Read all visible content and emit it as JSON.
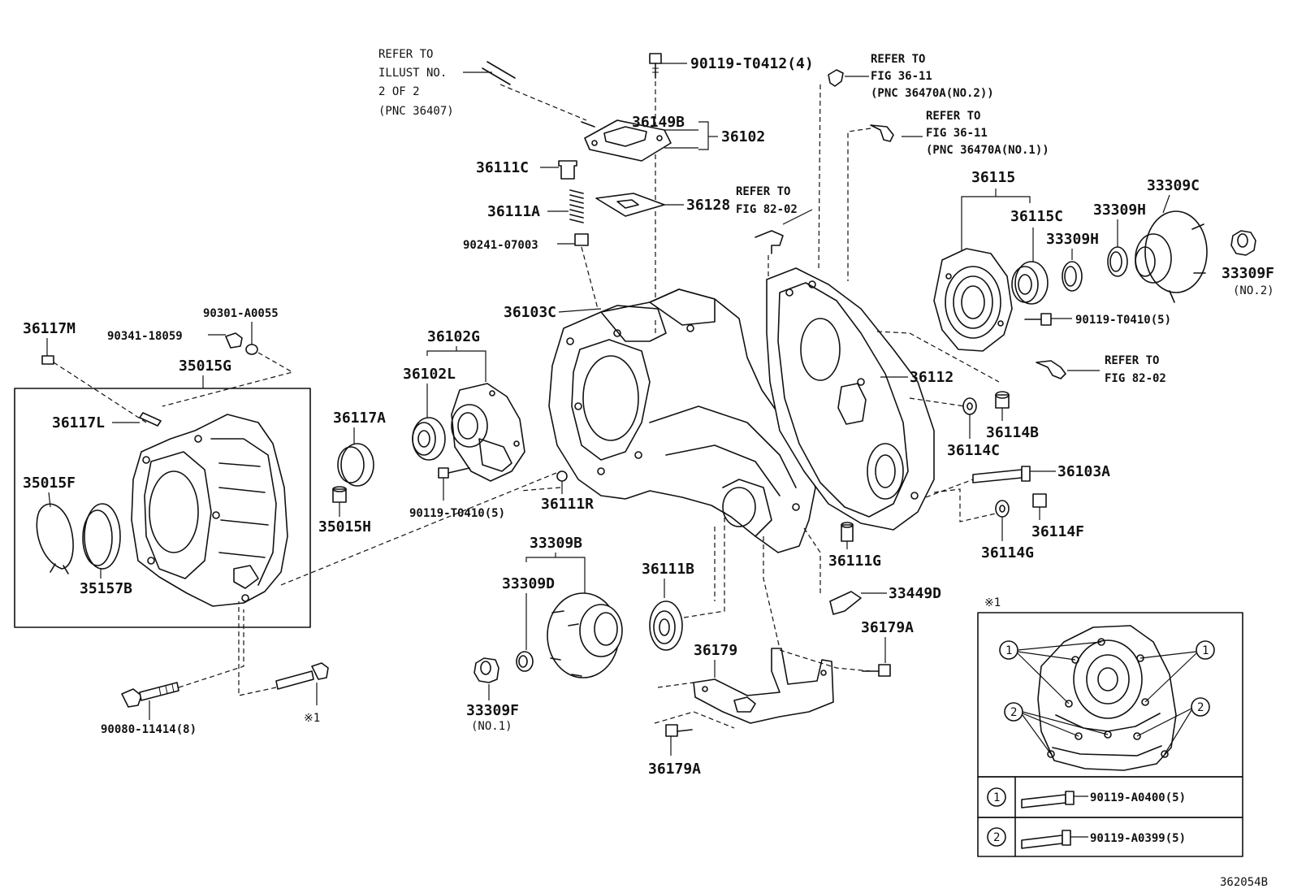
{
  "diagram_id": "362054B",
  "refer_notes": {
    "illust": [
      "REFER TO",
      "ILLUST NO.",
      "2 OF 2",
      "(PNC 36407)"
    ],
    "fig36_11_no2": [
      "REFER TO",
      "FIG 36-11",
      "(PNC 36470A(NO.2))"
    ],
    "fig36_11_no1": [
      "REFER TO",
      "FIG 36-11",
      "(PNC 36470A(NO.1))"
    ],
    "fig82_02_top": [
      "REFER TO",
      "FIG 82-02"
    ],
    "fig82_02_right": [
      "REFER TO",
      "FIG 82-02"
    ]
  },
  "labels": {
    "p90119_T0412": "90119-T0412(4)",
    "p36149B": "36149B",
    "p36102": "36102",
    "p36111C": "36111C",
    "p36111A": "36111A",
    "p36128": "36128",
    "p90241_07003": "90241-07003",
    "p36103C": "36103C",
    "p36115": "36115",
    "p36115C": "36115C",
    "p33309H_a": "33309H",
    "p33309H_b": "33309H",
    "p33309C": "33309C",
    "p33309F_r": "33309F",
    "p33309F_r_no": "(NO.2)",
    "p90119_T0410_r": "90119-T0410(5)",
    "p36112": "36112",
    "p36114B": "36114B",
    "p36114C": "36114C",
    "p36103A": "36103A",
    "p36114F": "36114F",
    "p36114G": "36114G",
    "p90301_A0055": "90301-A0055",
    "p90341_18059": "90341-18059",
    "p36117M": "36117M",
    "p35015G": "35015G",
    "p36117L": "36117L",
    "p35015F": "35015F",
    "p35157B": "35157B",
    "p36117A": "36117A",
    "p35015H": "35015H",
    "p36102G": "36102G",
    "p36102L": "36102L",
    "p90119_T0410_m": "90119-T0410(5)",
    "p36111R": "36111R",
    "p33309B": "33309B",
    "p33309D": "33309D",
    "p36111B": "36111B",
    "p36111G": "36111G",
    "p33449D": "33449D",
    "p36179": "36179",
    "p36179A_a": "36179A",
    "p36179A_b": "36179A",
    "p33309F_l": "33309F",
    "p33309F_l_no": "(NO.1)",
    "p90080_11414": "90080-11414(8)",
    "note_mark_small": "※1"
  },
  "inset": {
    "mark": "※1",
    "callout_1": "1",
    "callout_2": "2",
    "rows": [
      {
        "num": "1",
        "part": "90119-A0400(5)"
      },
      {
        "num": "2",
        "part": "90119-A0399(5)"
      }
    ]
  }
}
